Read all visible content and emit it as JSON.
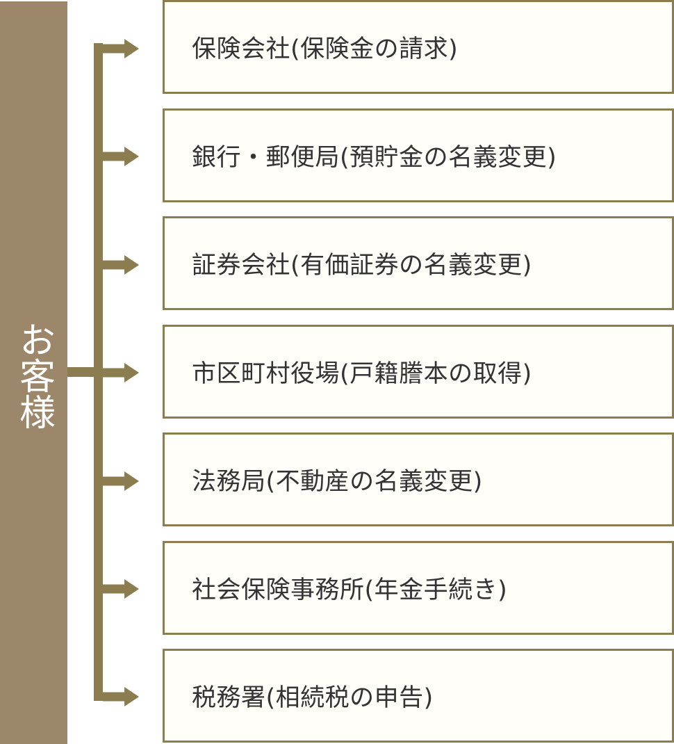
{
  "colors": {
    "customer_bar": "#9c876b",
    "line": "#8b7d50",
    "box_border": "#8b7d50",
    "box_background": "#fffef9",
    "box_text": "#333333",
    "customer_text": "#ffffff"
  },
  "customer": {
    "label": "お客様"
  },
  "destinations": [
    {
      "label": "保険会社(保険金の請求)"
    },
    {
      "label": "銀行・郵便局(預貯金の名義変更)"
    },
    {
      "label": "証券会社(有価証券の名義変更)"
    },
    {
      "label": "市区町村役場(戸籍謄本の取得)"
    },
    {
      "label": "法務局(不動産の名義変更)"
    },
    {
      "label": "社会保険事務所(年金手続き)"
    },
    {
      "label": "税務署(相続税の申告)"
    }
  ],
  "icons": {
    "arrow": "arrow-right-icon"
  }
}
